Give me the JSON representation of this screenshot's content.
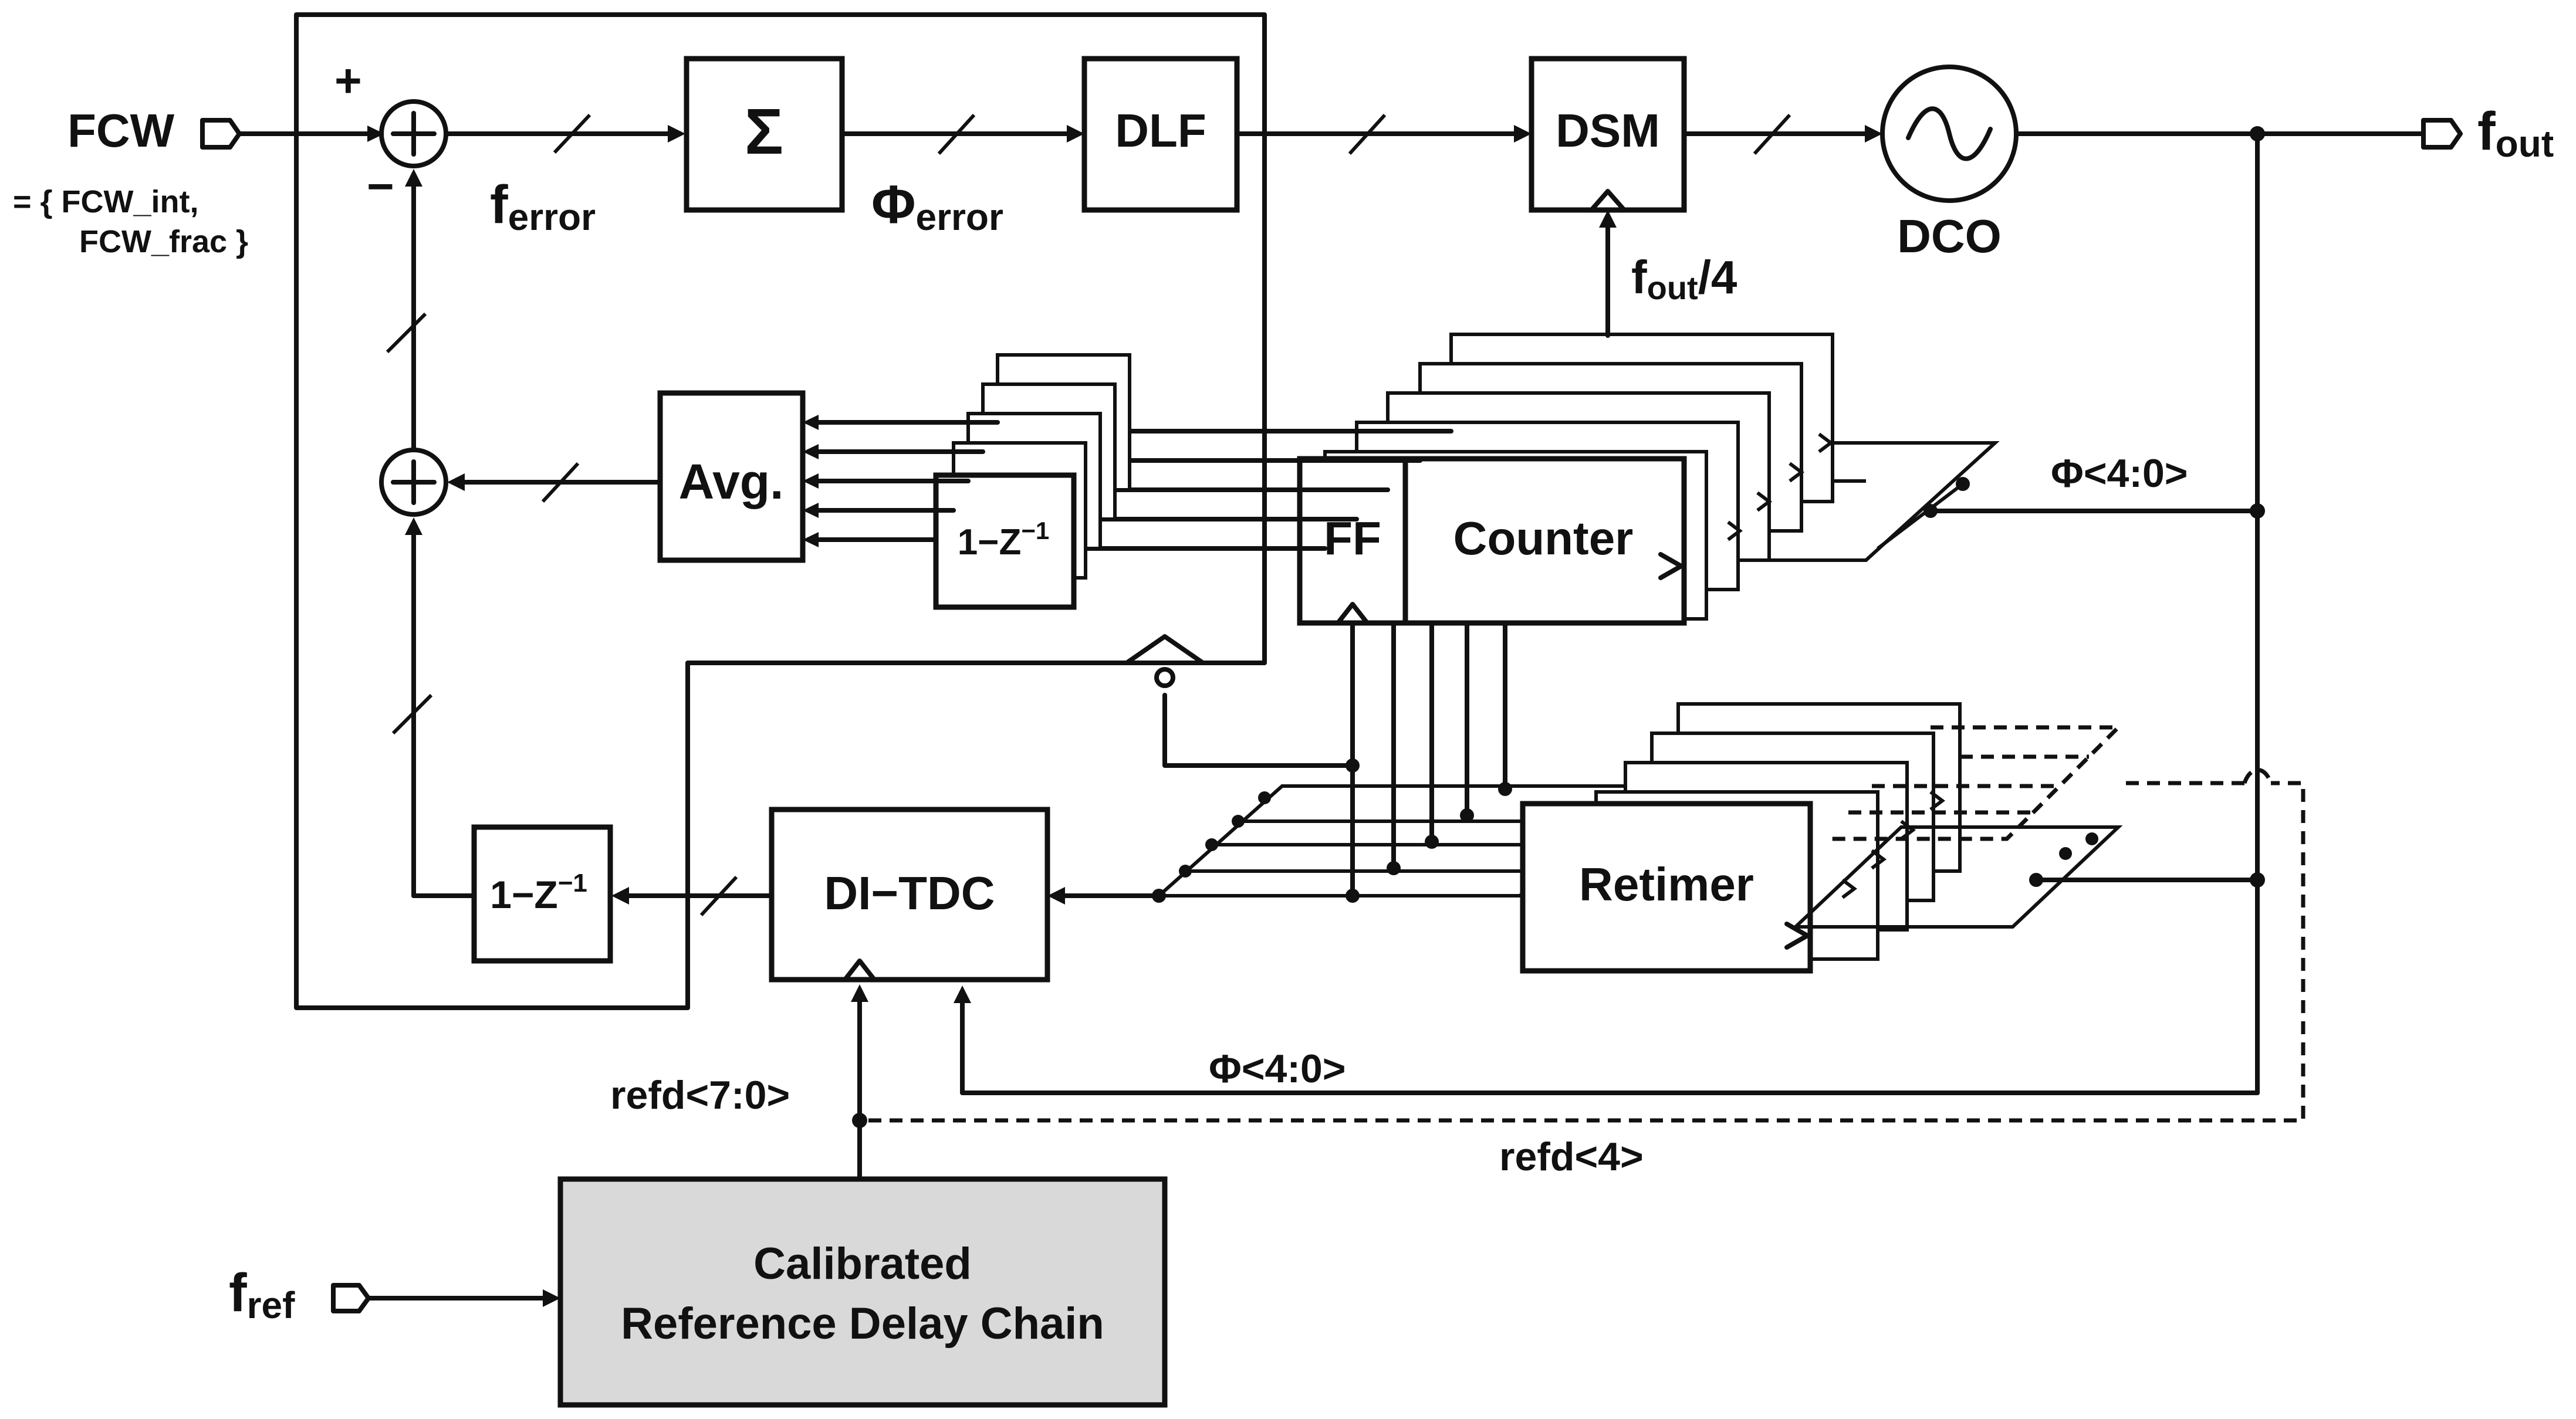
{
  "labels": {
    "fcw": "FCW",
    "fcw_def_1": "= { FCW_int,",
    "fcw_def_2": "FCW_frac }",
    "plus": "+",
    "minus": "−",
    "f_error_main": "f",
    "f_error_sub": "error",
    "phi_error_main": "Φ",
    "phi_error_sub": "error",
    "sigma": "Σ",
    "dlf": "DLF",
    "dsm": "DSM",
    "dco": "DCO",
    "fout_main": "f",
    "fout_sub": "out",
    "fout4_main": "f",
    "fout4_sub": "out",
    "fout4_tail": "/4",
    "phase_top": "Φ<4:0>",
    "avg": "Avg.",
    "diff_inner": "1−Z",
    "diff_inner_exp": "−1",
    "ff": "FF",
    "counter": "Counter",
    "diff_bottom": "1−Z",
    "diff_bottom_exp": "−1",
    "ditdc": "DI−TDC",
    "retimer": "Retimer",
    "refd_bus": "refd<7:0>",
    "phase_bottom": "Φ<4:0>",
    "refd4": "refd<4>",
    "fref_main": "f",
    "fref_sub": "ref",
    "crdc_1": "Calibrated",
    "crdc_2": "Reference Delay Chain"
  },
  "colors": {
    "line": "#111111",
    "block_fill": "#ffffff",
    "ref_chain_fill": "#d9d9d9",
    "background": "#ffffff"
  },
  "icons": {
    "dco_symbol": "sine-wave-icon",
    "port": "input-port-icon",
    "summer": "summing-junction-icon"
  }
}
